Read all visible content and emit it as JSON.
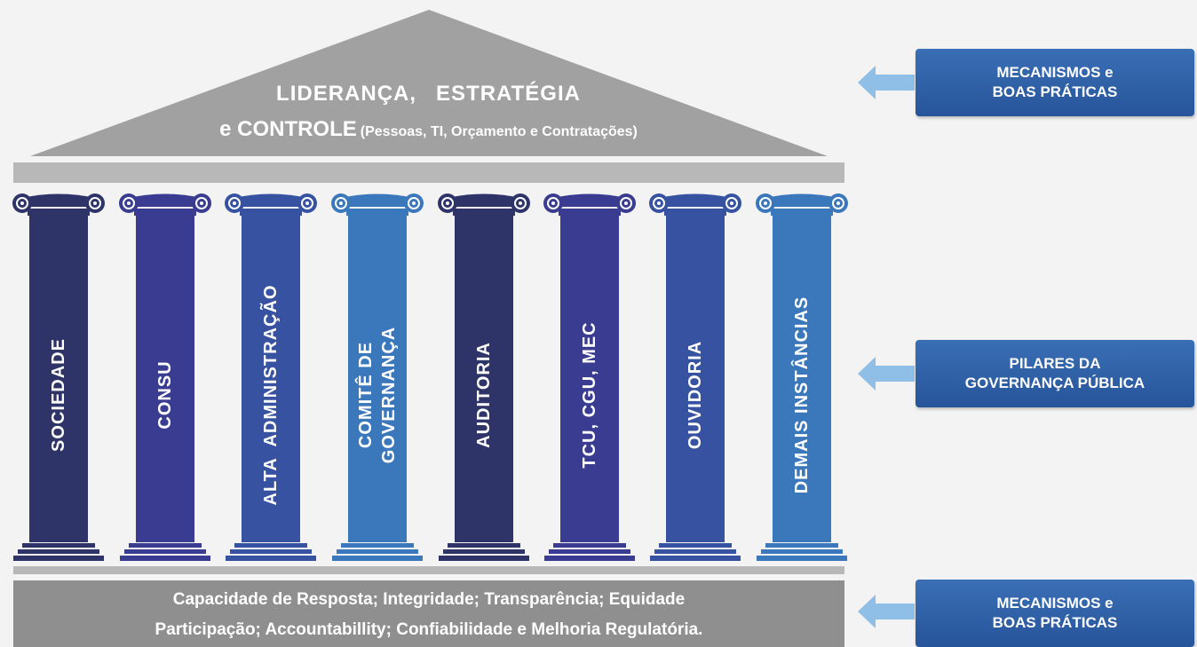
{
  "roof": {
    "line1_a": "LIDERANÇA,",
    "line1_b": "ESTRATÉGIA",
    "line2_main": "e CONTROLE",
    "line2_detail": "(Pessoas, TI, Orçamento e Contratações)"
  },
  "pillars": [
    {
      "lines": [
        "SOCIEDADE"
      ],
      "color": "#2e3368"
    },
    {
      "lines": [
        "CONSU"
      ],
      "color": "#393c90"
    },
    {
      "lines": [
        "ALTA  ADMINISTRAÇÃO"
      ],
      "color": "#3652a0"
    },
    {
      "lines": [
        "COMITÊ DE",
        "GOVERNANÇA"
      ],
      "color": "#3b77bb"
    },
    {
      "lines": [
        "AUDITORIA"
      ],
      "color": "#2e3368"
    },
    {
      "lines": [
        "TCU, CGU, MEC"
      ],
      "color": "#393c90"
    },
    {
      "lines": [
        "OUVIDORIA"
      ],
      "color": "#3652a0"
    },
    {
      "lines": [
        "DEMAIS INSTÂNCIAS"
      ],
      "color": "#3b77bb"
    }
  ],
  "base": {
    "line1": "Capacidade de Resposta; Integridade; Transparência; Equidade",
    "line2": "Participação; Accountabillity; Confiabilidade e Melhoria Regulatória."
  },
  "side_labels": [
    {
      "line1": "MECANISMOS e",
      "line2": "BOAS PRÁTICAS"
    },
    {
      "line1": "PILARES DA",
      "line2": "GOVERNANÇA PÚBLICA"
    },
    {
      "line1": "MECANISMOS e",
      "line2": "BOAS PRÁTICAS"
    }
  ],
  "colors": {
    "roof": "#a1a1a2",
    "beam": "#b8b8b9",
    "base": "#8f8f90",
    "side_box": "#2f5fa8",
    "arrow": "#8fbfe6"
  }
}
